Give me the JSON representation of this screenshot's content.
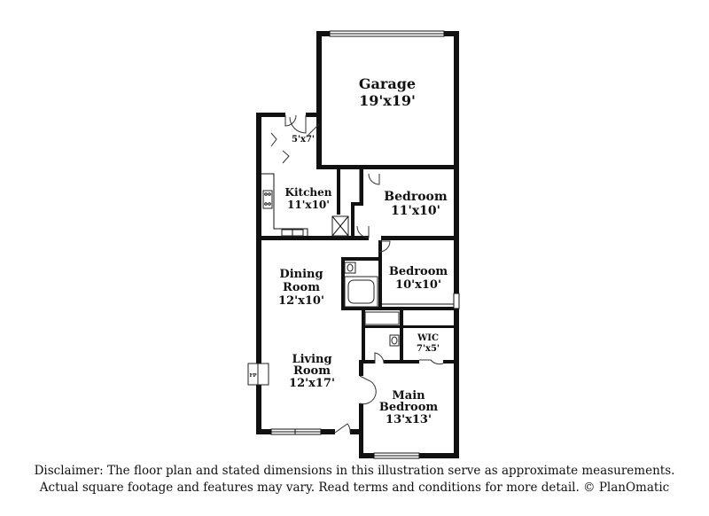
{
  "rooms": {
    "garage": {
      "name": "Garage",
      "dim": "19'x19'"
    },
    "closet": {
      "dim": "5'x7'"
    },
    "kitchen": {
      "name": "Kitchen",
      "dim": "11'x10'"
    },
    "bedroom1": {
      "name": "Bedroom",
      "dim": "11'x10'"
    },
    "bedroom2": {
      "name": "Bedroom",
      "dim": "10'x10'"
    },
    "dining": {
      "name1": "Dining",
      "name2": "Room",
      "dim": "12'x10'"
    },
    "wic": {
      "name": "WIC",
      "dim": "7'x5'"
    },
    "living": {
      "name1": "Living",
      "name2": "Room",
      "dim": "12'x17'"
    },
    "main_bedroom": {
      "name1": "Main",
      "name2": "Bedroom",
      "dim": "13'x13'"
    },
    "fireplace": {
      "label": "FP"
    }
  },
  "disclaimer": {
    "line1": "Disclaimer: The floor plan and stated dimensions in this illustration serve as approximate measurements.",
    "line2": "Actual square footage and features may vary. Read terms and conditions for more detail. © PlanOmatic"
  }
}
